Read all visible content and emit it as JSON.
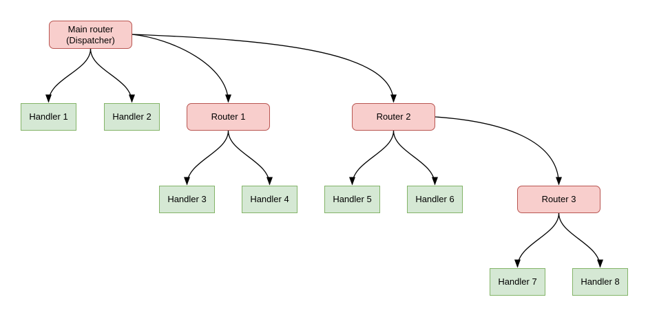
{
  "diagram": {
    "colors": {
      "background": "#ffffff",
      "text": "#000000",
      "edge": "#000000",
      "routerFill": "#f8cecc",
      "routerBorder": "#b85450",
      "handlerFill": "#d5e8d4",
      "handlerBorder": "#82b366"
    },
    "nodes": [
      {
        "id": "main-router",
        "label": "Main router\n(Dispatcher)",
        "type": "router"
      },
      {
        "id": "handler-1",
        "label": "Handler 1",
        "type": "handler"
      },
      {
        "id": "handler-2",
        "label": "Handler 2",
        "type": "handler"
      },
      {
        "id": "router-1",
        "label": "Router 1",
        "type": "router"
      },
      {
        "id": "router-2",
        "label": "Router 2",
        "type": "router"
      },
      {
        "id": "handler-3",
        "label": "Handler 3",
        "type": "handler"
      },
      {
        "id": "handler-4",
        "label": "Handler 4",
        "type": "handler"
      },
      {
        "id": "handler-5",
        "label": "Handler 5",
        "type": "handler"
      },
      {
        "id": "handler-6",
        "label": "Handler 6",
        "type": "handler"
      },
      {
        "id": "router-3",
        "label": "Router 3",
        "type": "router"
      },
      {
        "id": "handler-7",
        "label": "Handler 7",
        "type": "handler"
      },
      {
        "id": "handler-8",
        "label": "Handler 8",
        "type": "handler"
      }
    ],
    "edges": [
      {
        "from": "main-router",
        "to": "handler-1"
      },
      {
        "from": "main-router",
        "to": "handler-2"
      },
      {
        "from": "main-router",
        "to": "router-1"
      },
      {
        "from": "main-router",
        "to": "router-2"
      },
      {
        "from": "router-1",
        "to": "handler-3"
      },
      {
        "from": "router-1",
        "to": "handler-4"
      },
      {
        "from": "router-2",
        "to": "handler-5"
      },
      {
        "from": "router-2",
        "to": "handler-6"
      },
      {
        "from": "router-2",
        "to": "router-3"
      },
      {
        "from": "router-3",
        "to": "handler-7"
      },
      {
        "from": "router-3",
        "to": "handler-8"
      }
    ]
  }
}
